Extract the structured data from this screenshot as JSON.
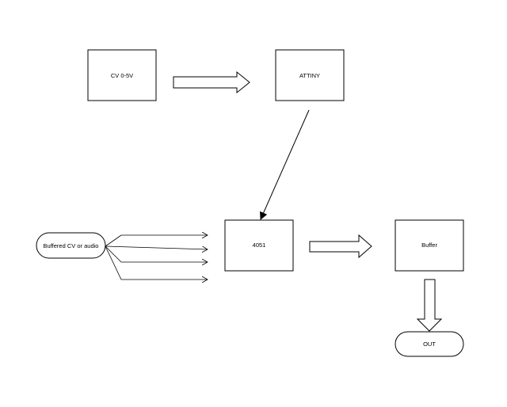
{
  "diagram": {
    "nodes": {
      "cv_input": {
        "label": "CV 0-5V"
      },
      "attiny": {
        "label": "ATTINY"
      },
      "source": {
        "label": "Buffered CV or audio"
      },
      "mux": {
        "label": "4051"
      },
      "buffer": {
        "label": "Buffer"
      },
      "output": {
        "label": "OUT"
      }
    },
    "colors": {
      "stroke": "#000000",
      "fill": "#ffffff"
    }
  }
}
